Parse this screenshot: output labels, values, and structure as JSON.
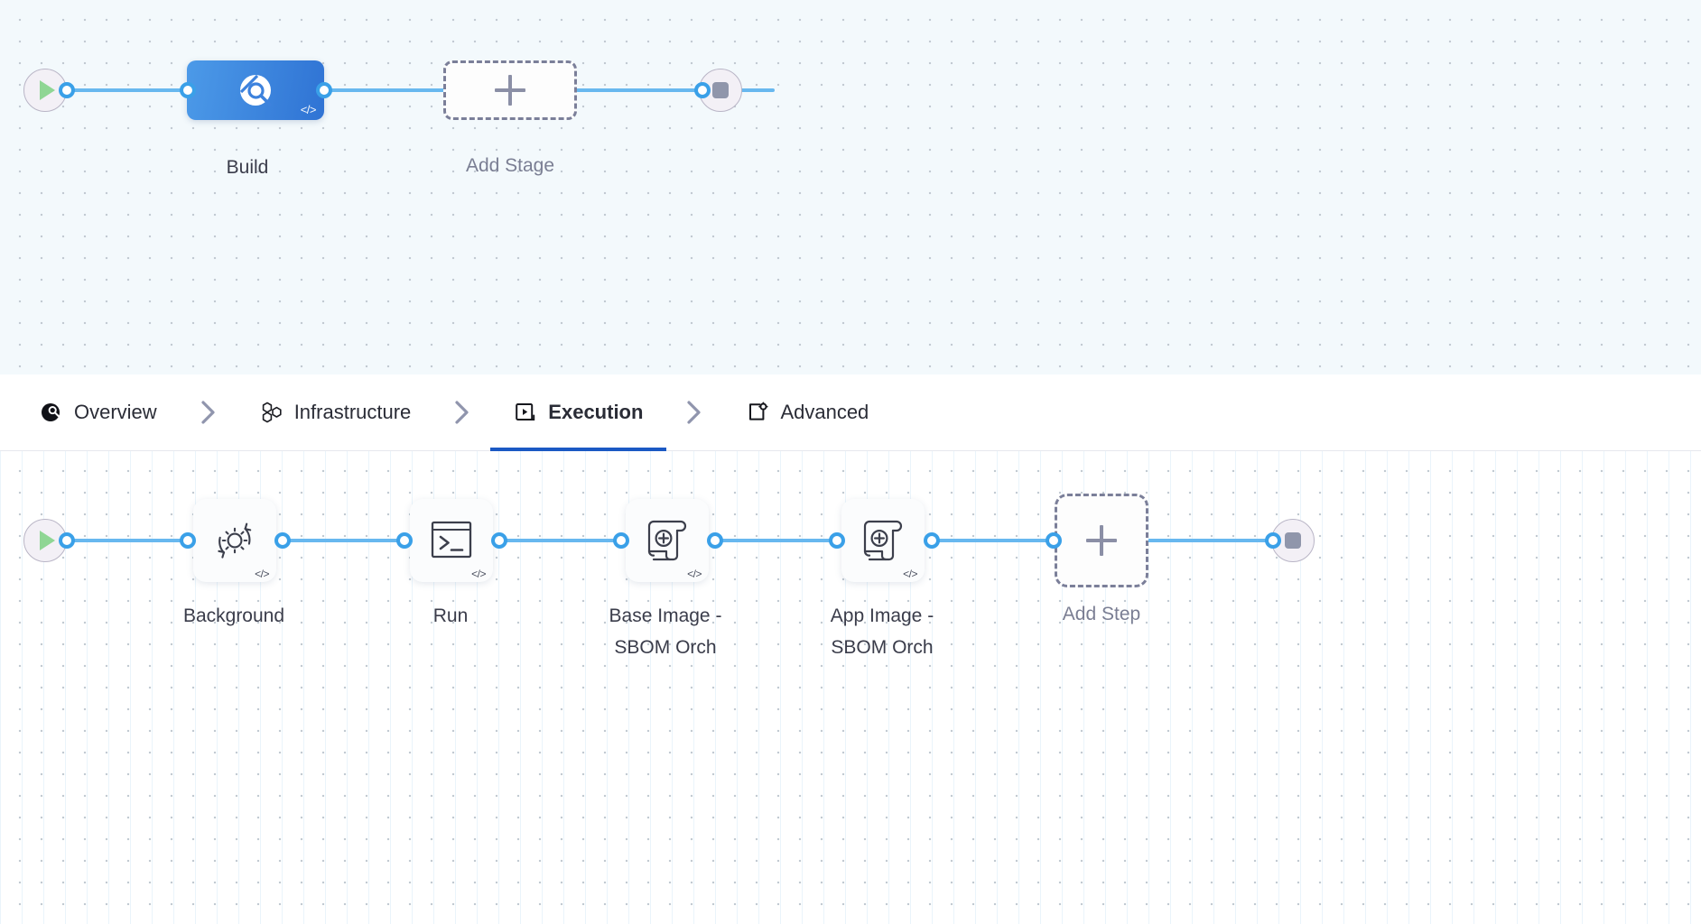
{
  "stage_canvas": {
    "start_node": {
      "icon": "play-icon"
    },
    "end_node": {
      "icon": "stop-icon"
    },
    "nodes": [
      {
        "id": "build",
        "label": "Build",
        "icon": "harness-pipeline-icon",
        "badge": "</>",
        "type": "stage",
        "selected": true
      },
      {
        "id": "add-stage",
        "label": "Add Stage",
        "icon": "plus-icon",
        "type": "add-placeholder"
      }
    ]
  },
  "tabs": {
    "items": [
      {
        "id": "overview",
        "label": "Overview",
        "icon": "overview-icon",
        "active": false
      },
      {
        "id": "infrastructure",
        "label": "Infrastructure",
        "icon": "infrastructure-hex-icon",
        "active": false
      },
      {
        "id": "execution",
        "label": "Execution",
        "icon": "execution-play-box-icon",
        "active": true
      },
      {
        "id": "advanced",
        "label": "Advanced",
        "icon": "advanced-gear-box-icon",
        "active": false
      }
    ],
    "separator": "chevron-right-icon"
  },
  "step_canvas": {
    "start_node": {
      "icon": "play-icon"
    },
    "end_node": {
      "icon": "stop-icon"
    },
    "nodes": [
      {
        "id": "background",
        "label": "Background",
        "icon": "background-gear-sync-icon",
        "badge": "</>",
        "type": "step"
      },
      {
        "id": "run",
        "label": "Run",
        "icon": "terminal-icon",
        "badge": "</>",
        "type": "step"
      },
      {
        "id": "base-image-sbom",
        "label": "Base Image -\nSBOM Orch",
        "icon": "sbom-scroll-plus-icon",
        "badge": "</>",
        "type": "step"
      },
      {
        "id": "app-image-sbom",
        "label": "App Image -\nSBOM Orch",
        "icon": "sbom-scroll-plus-icon",
        "badge": "</>",
        "type": "step"
      },
      {
        "id": "add-step",
        "label": "Add Step",
        "icon": "plus-icon",
        "type": "add-placeholder"
      }
    ]
  },
  "colors": {
    "rail": "#68b8ef",
    "port_stroke": "#3aa0e8",
    "stage_selected_from": "#4c9ae8",
    "stage_selected_to": "#2f73d4",
    "active_tab_underline": "#1b59c4",
    "play_glyph": "#8fd694",
    "stop_glyph": "#9096ab",
    "dashed_border": "#7b7f99",
    "caption_text": "#3a3c4a",
    "stage_canvas_bg": "#f3f9fc",
    "step_canvas_bg": "#ffffff"
  }
}
